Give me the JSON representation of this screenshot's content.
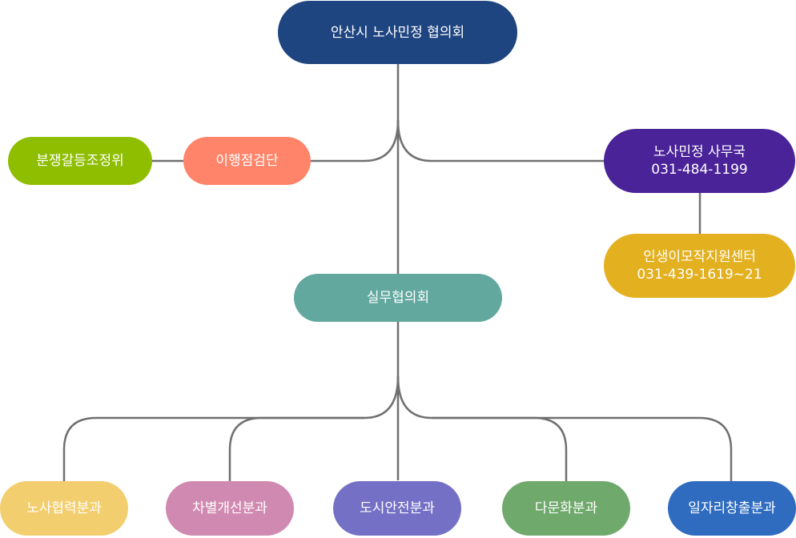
{
  "title": "안산시 노사민정 협의회",
  "colors": {
    "line": "#707070"
  },
  "nodes": {
    "council": {
      "label": "안산시 노사민정 협의회",
      "color": "#1f4580"
    },
    "dispute": {
      "label": "분쟁갈등조정위",
      "color": "#8fbe00"
    },
    "inspection": {
      "label": "이행점검단",
      "color": "#ff8469"
    },
    "secretariat": {
      "label": "노사민정 사무국",
      "phone": "031-484-1199",
      "color": "#4a2399"
    },
    "center": {
      "label": "인생이모작지원센터",
      "phone": "031-439-1619~21",
      "color": "#e3b020"
    },
    "working": {
      "label": "실무협의회",
      "color": "#62a89f"
    }
  },
  "subcommittees": [
    {
      "label": "노사협력분과",
      "color": "#f3ce6e"
    },
    {
      "label": "차별개선분과",
      "color": "#d08ab1"
    },
    {
      "label": "도시안전분과",
      "color": "#7470c6"
    },
    {
      "label": "다문화분과",
      "color": "#6fa96c"
    },
    {
      "label": "일자리창출분과",
      "color": "#2f6cc0"
    }
  ]
}
